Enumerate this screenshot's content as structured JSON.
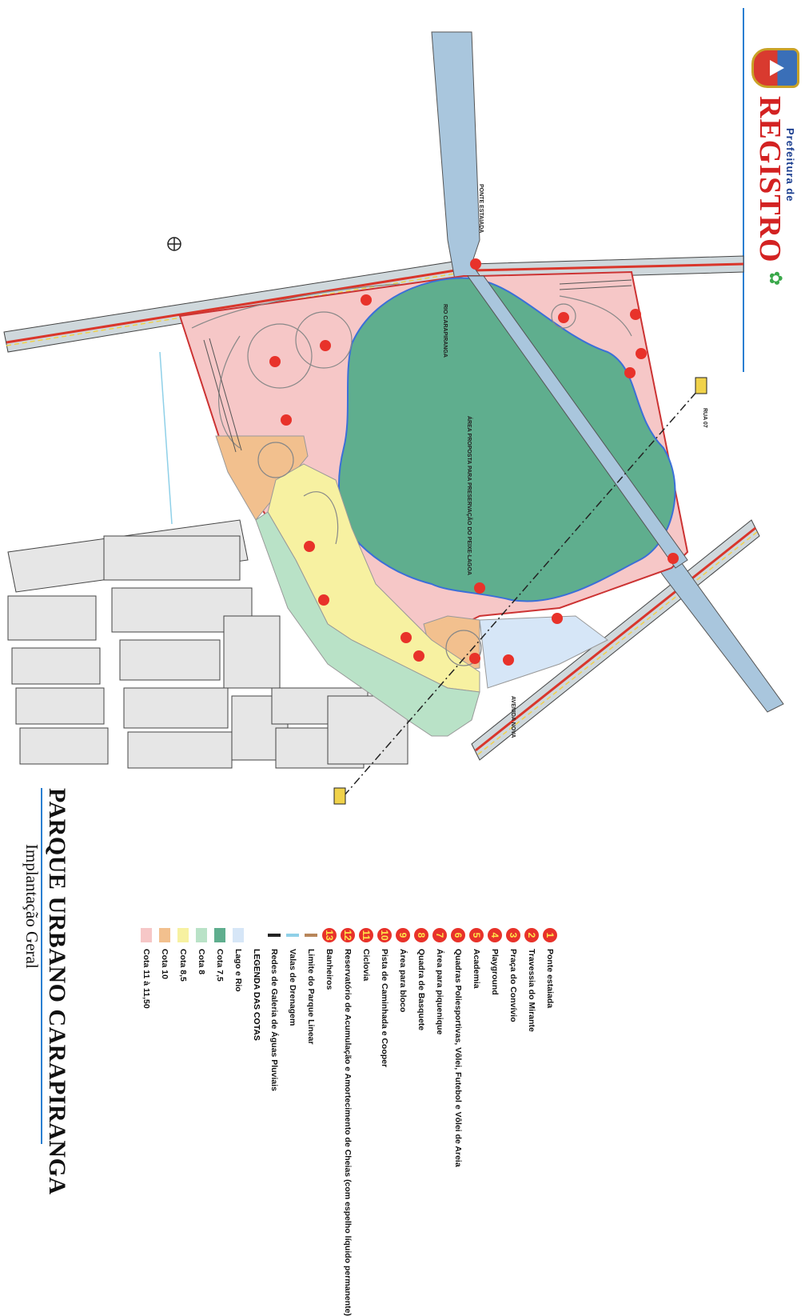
{
  "header": {
    "title": "PARQUE URBANO CARAPIRANGA",
    "subtitle": "Implantação Geral"
  },
  "logo": {
    "prefix": "Prefeitura de",
    "name": "REGISTRO"
  },
  "legend": {
    "items": [
      {
        "num": "1",
        "label": "Ponte estaiada"
      },
      {
        "num": "2",
        "label": "Travessia do Mirante"
      },
      {
        "num": "3",
        "label": "Praça do Convívio"
      },
      {
        "num": "4",
        "label": "Playground"
      },
      {
        "num": "5",
        "label": "Academia"
      },
      {
        "num": "6",
        "label": "Quadras Poliesportivas, Vôlei, Futebol e Vôlei de Areia"
      },
      {
        "num": "7",
        "label": "Área para piquenique"
      },
      {
        "num": "8",
        "label": "Quadra de Basquete"
      },
      {
        "num": "9",
        "label": "Área para bloco"
      },
      {
        "num": "10",
        "label": "Pista de Caminhada e Cooper"
      },
      {
        "num": "11",
        "label": "Ciclovia"
      },
      {
        "num": "12",
        "label": "Reservatório de Acumulação e Amortecimento de Cheias (com espelho líquido permanente)"
      },
      {
        "num": "13",
        "label": "Banheiros"
      }
    ],
    "lines": [
      {
        "label": "Limite do Parque Linear",
        "color": "#b8865a"
      },
      {
        "label": "Valas de Drenagem",
        "color": "#8fd0e8"
      },
      {
        "label": "Redes de Galeria de Águas Pluviais",
        "color": "#222222"
      }
    ],
    "cotas_heading": "LEGENDA DAS COTAS",
    "cotas": [
      {
        "label": "Lago e Rio",
        "color": "#d6e6f7"
      },
      {
        "label": "Cota 7,5",
        "color": "#5fae8e"
      },
      {
        "label": "Cota 8",
        "color": "#b9e2c7"
      },
      {
        "label": "Cota 8,5",
        "color": "#f7f1a1"
      },
      {
        "label": "Cota 10",
        "color": "#f2c08e"
      },
      {
        "label": "Cota 11 à 11,50",
        "color": "#f6c7c7"
      }
    ]
  },
  "map_labels": {
    "lake": "ÁREA PROPOSTA PARA PRESERVAÇÃO DO PEIXE-LAGOA",
    "river": "RIO CARAPIRANGA",
    "road_bridge": "PONTE ESTAIADA",
    "park_road": "AVENIDA NOVA",
    "rua": "RUA 07"
  },
  "colors": {
    "lake": "#5fae8e",
    "cota_11": "#f6c7c7",
    "cota_10": "#f2c08e",
    "cota_85": "#f7f1a1",
    "cota_8": "#b9e2c7",
    "lago_rio": "#d6e6f7",
    "blocks": "#e6e6e6",
    "road": "#c9c9c9",
    "accent_line": "#2a7fd1"
  }
}
